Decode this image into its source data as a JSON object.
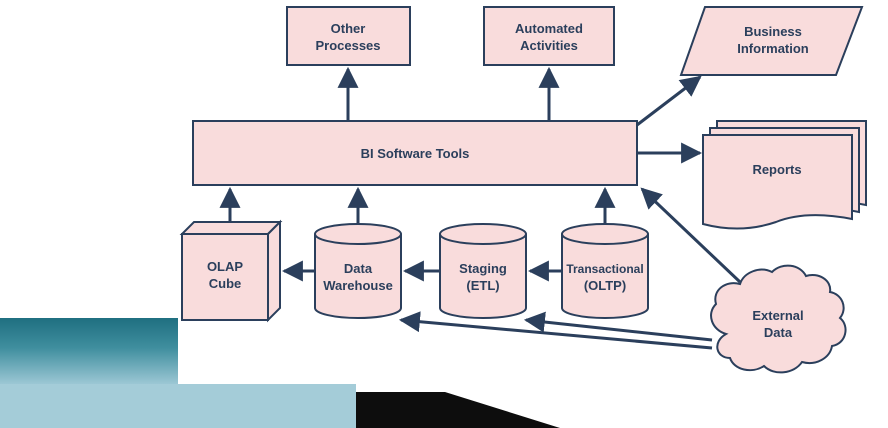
{
  "nodes": {
    "other_processes": {
      "line1": "Other",
      "line2": "Processes"
    },
    "automated_activities": {
      "line1": "Automated",
      "line2": "Activities"
    },
    "business_information": {
      "line1": "Business",
      "line2": "Information"
    },
    "bi_software_tools": {
      "label": "BI Software Tools"
    },
    "reports": {
      "label": "Reports"
    },
    "olap_cube": {
      "line1": "OLAP",
      "line2": "Cube"
    },
    "data_warehouse": {
      "line1": "Data",
      "line2": "Warehouse"
    },
    "staging": {
      "line1": "Staging",
      "line2": "(ETL)"
    },
    "transactional": {
      "line1": "Transactional",
      "line2": "(OLTP)"
    },
    "external_data": {
      "line1": "External",
      "line2": "Data"
    }
  },
  "colors": {
    "node_fill": "#f9dcdc",
    "node_stroke": "#2b3f5c",
    "arrow": "#2b3f5c",
    "teal_dark": "#1f6f80",
    "teal_light": "#a4ccd8"
  }
}
